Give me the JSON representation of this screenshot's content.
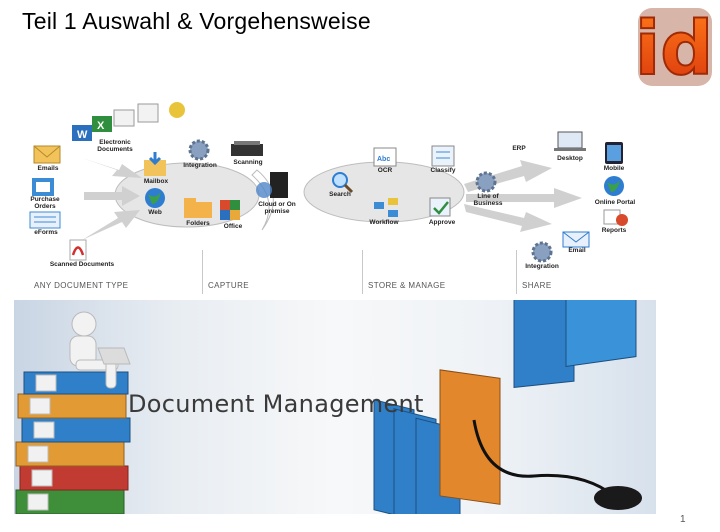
{
  "slide": {
    "title": "Teil 1 Auswahl & Vorgehensweise",
    "page_number": "1"
  },
  "logo": {
    "text": "id"
  },
  "diagram": {
    "inputs": [
      {
        "label": "Electronic Documents",
        "icon": "office-files-icon"
      },
      {
        "label": "Emails",
        "icon": "envelope-icon"
      },
      {
        "label": "Purchase Orders",
        "icon": "notebook-icon"
      },
      {
        "label": "eForms",
        "icon": "form-icon"
      },
      {
        "label": "Scanned Documents",
        "icon": "pdf-icon"
      }
    ],
    "capture": [
      {
        "label": "Integration",
        "icon": "gear-icon"
      },
      {
        "label": "Scanning",
        "icon": "scanner-icon"
      },
      {
        "label": "Mailbox",
        "icon": "mailbox-icon"
      },
      {
        "label": "Web",
        "icon": "globe-icon"
      },
      {
        "label": "Folders",
        "icon": "folder-icon"
      },
      {
        "label": "Office",
        "icon": "office-icon"
      },
      {
        "label": "Cloud or On premise",
        "icon": "server-icon"
      }
    ],
    "store_manage": [
      {
        "label": "OCR",
        "icon": "ocr-icon"
      },
      {
        "label": "Classify",
        "icon": "classify-icon"
      },
      {
        "label": "Search",
        "icon": "magnifier-icon"
      },
      {
        "label": "Line of Business",
        "icon": "gear-icon"
      },
      {
        "label": "Workflow",
        "icon": "workflow-icon"
      },
      {
        "label": "Approve",
        "icon": "approve-icon"
      }
    ],
    "share": [
      {
        "label": "ERP",
        "icon": ""
      },
      {
        "label": "Desktop",
        "icon": "laptop-icon"
      },
      {
        "label": "Mobile",
        "icon": "tablet-icon"
      },
      {
        "label": "Online Portal",
        "icon": "globe-icon"
      },
      {
        "label": "Reports",
        "icon": "reports-icon"
      },
      {
        "label": "Email",
        "icon": "envelope-icon"
      },
      {
        "label": "Integration",
        "icon": "gear-icon"
      }
    ],
    "stages": [
      "ANY DOCUMENT TYPE",
      "CAPTURE",
      "STORE & MANAGE",
      "SHARE"
    ],
    "colors": {
      "disc": "#e6e6e6",
      "arrow": "#d0d0d0",
      "globe": "#2e7dd1",
      "pdf": "#d32f2f"
    }
  },
  "banner": {
    "title": "Document Management",
    "binder_colors": [
      "#2f7fc9",
      "#e0a23a",
      "#c84b3f",
      "#4f9d3f",
      "#2f7fc9",
      "#e0a23a"
    ],
    "folder_colors": [
      "#2f7fc9",
      "#e3872c"
    ]
  }
}
